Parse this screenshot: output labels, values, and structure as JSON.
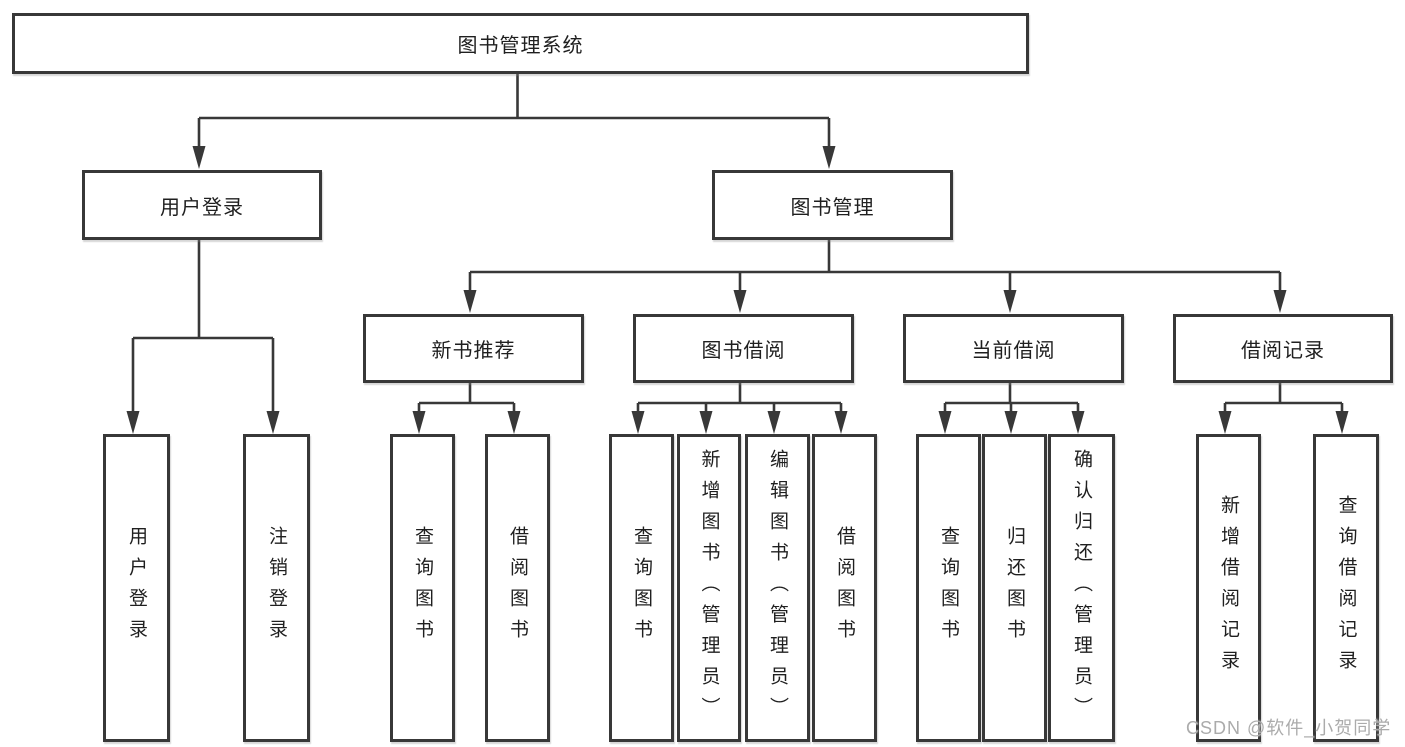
{
  "title": "图书管理系统",
  "level2": {
    "login": "用户登录",
    "manage": "图书管理"
  },
  "level3": {
    "new_books": "新书推荐",
    "borrow": "图书借阅",
    "current": "当前借阅",
    "records": "借阅记录"
  },
  "leaves": {
    "login": [
      "用户登录",
      "注销登录"
    ],
    "new_books": [
      "查询图书",
      "借阅图书"
    ],
    "borrow": [
      "查询图书",
      "新增图书（管理员）",
      "编辑图书（管理员）",
      "借阅图书"
    ],
    "current": [
      "查询图书",
      "归还图书",
      "确认归还（管理员）"
    ],
    "records": [
      "新增借阅记录",
      "查询借阅记录"
    ]
  },
  "watermark": "CSDN @软件_小贺同学",
  "colors": {
    "line": "#383838",
    "box_border": "#383838",
    "text": "#1f1f1f",
    "watermark": "#ababab",
    "background": "#ffffff"
  }
}
